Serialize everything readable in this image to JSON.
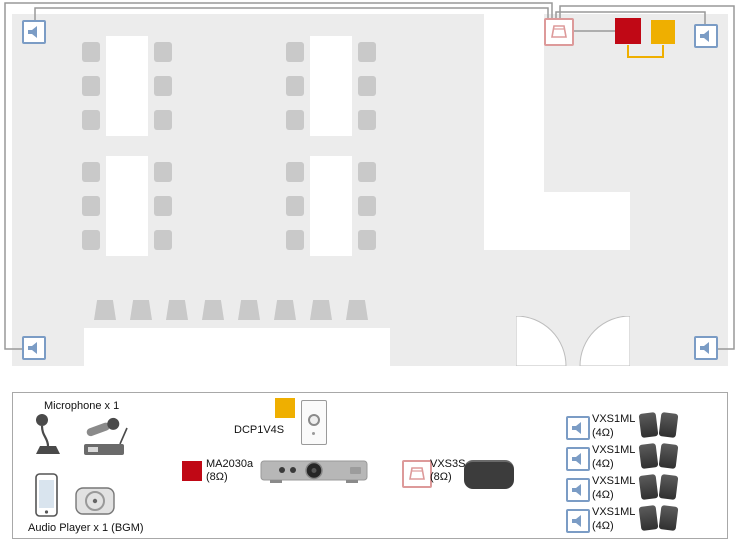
{
  "colors": {
    "room_fill": "#ececec",
    "furniture_gray": "#c9c9c9",
    "speaker_blue": "#7b9cc5",
    "speaker_pink": "#dd9a9a",
    "device_red": "#c00815",
    "device_yellow": "#efaf00",
    "cable_gray": "#999999",
    "signal_line": "#555555"
  },
  "floor_plan": {
    "wall_speaker_icon_count": 4,
    "device_icons": [
      "VXS3S",
      "MA2030a",
      "DCP1V4S"
    ]
  },
  "diagram": {
    "microphone": {
      "label": "Microphone x 1"
    },
    "audio_player": {
      "label": "Audio Player x 1 (BGM)"
    },
    "dcp": {
      "label": "DCP1V4S"
    },
    "amp": {
      "name": "MA2030a",
      "impedance": "(8Ω)"
    },
    "sub": {
      "name": "VXS3S",
      "impedance": "(8Ω)"
    },
    "outputs": [
      {
        "name": "VXS1ML",
        "impedance": "(4Ω)"
      },
      {
        "name": "VXS1ML",
        "impedance": "(4Ω)"
      },
      {
        "name": "VXS1ML",
        "impedance": "(4Ω)"
      },
      {
        "name": "VXS1ML",
        "impedance": "(4Ω)"
      }
    ]
  }
}
